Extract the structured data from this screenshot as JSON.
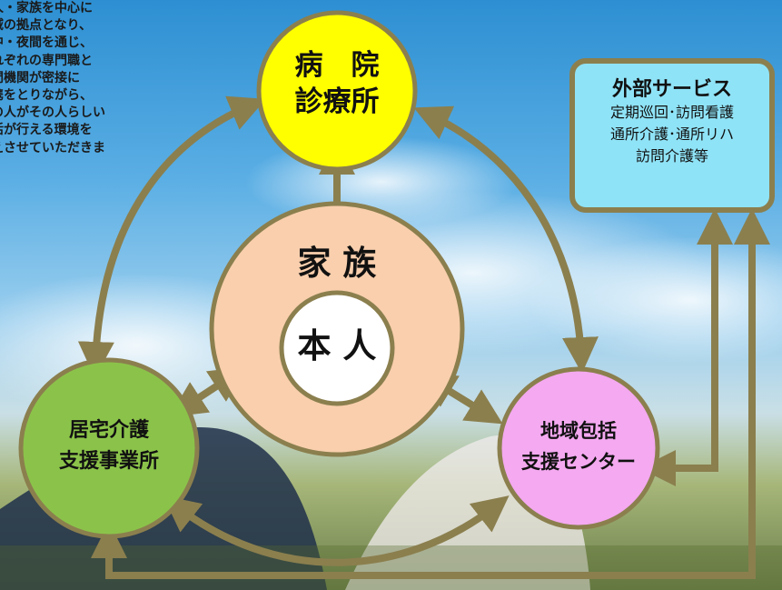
{
  "intro_lines": [
    "人・家族を中心に",
    "域の拠点となり、",
    "中・夜間を通じ、",
    "れぞれの専門職と",
    "門機関が密接に",
    "携をとりながら、",
    "の人がその人らしい",
    "活が行える環境を",
    "えさせていただきま"
  ],
  "nodes": {
    "hospital": [
      "病　院",
      "診療所"
    ],
    "family": "家 族",
    "person": "本 人",
    "care_office": [
      "居宅介護",
      "支援事業所"
    ],
    "regional_center": [
      "地域包括",
      "支援センター"
    ]
  },
  "external_services": {
    "title": "外部サービス",
    "lines": [
      "定期巡回･訪問看護",
      "通所介護･通所リハ",
      "訪問介護等"
    ]
  },
  "colors": {
    "hospital": "#ffff00",
    "family": "#f9cfad",
    "person": "#ffffff",
    "care_office": "#8bc34a",
    "regional_center": "#f4a9f0",
    "services_box": "#8fe3f7",
    "connector": "#8b7f4e"
  }
}
